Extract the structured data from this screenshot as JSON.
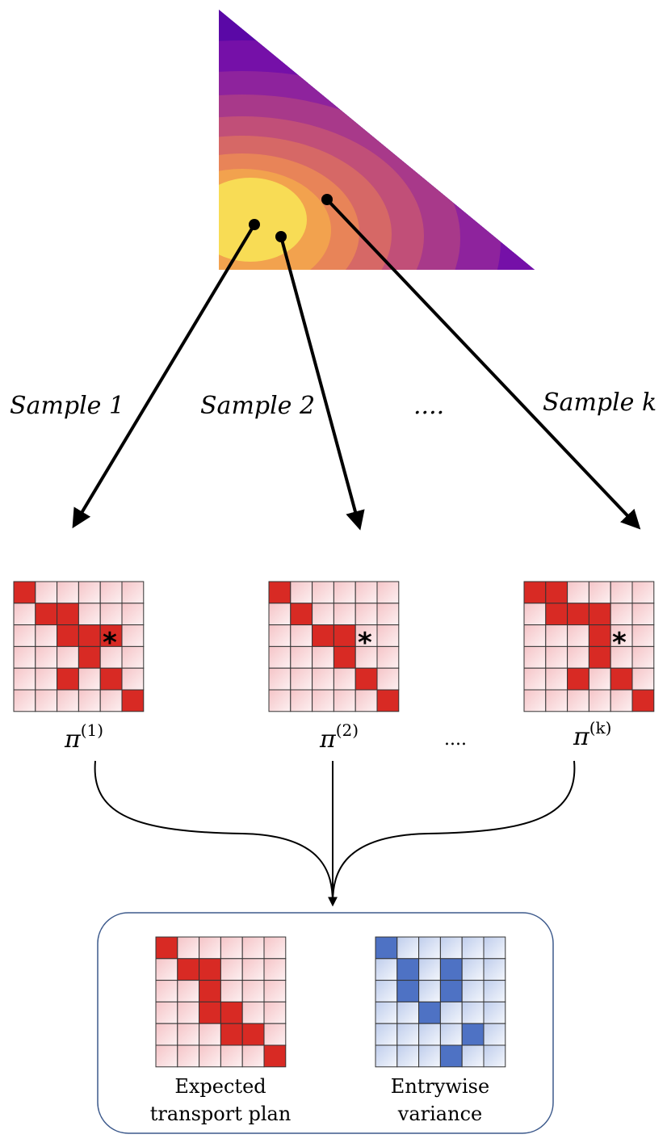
{
  "sample_labels": [
    "Sample 1",
    "Sample 2",
    "....",
    "Sample k"
  ],
  "plans": [
    {
      "symbol": "π",
      "superscript": "(1)",
      "marked": true,
      "dark_cells": [
        [
          0,
          0
        ],
        [
          1,
          1
        ],
        [
          1,
          2
        ],
        [
          2,
          2
        ],
        [
          2,
          3
        ],
        [
          2,
          4
        ],
        [
          3,
          3
        ],
        [
          4,
          2
        ],
        [
          4,
          4
        ],
        [
          5,
          5
        ]
      ]
    },
    {
      "symbol": "π",
      "superscript": "(2)",
      "marked": true,
      "dark_cells": [
        [
          0,
          0
        ],
        [
          1,
          1
        ],
        [
          2,
          2
        ],
        [
          2,
          3
        ],
        [
          3,
          3
        ],
        [
          4,
          4
        ],
        [
          5,
          5
        ]
      ]
    },
    {
      "symbol": "π",
      "superscript": "(k)",
      "marked": true,
      "dark_cells": [
        [
          0,
          0
        ],
        [
          0,
          1
        ],
        [
          1,
          1
        ],
        [
          1,
          2
        ],
        [
          1,
          3
        ],
        [
          2,
          3
        ],
        [
          3,
          3
        ],
        [
          4,
          2
        ],
        [
          4,
          4
        ],
        [
          5,
          5
        ]
      ]
    }
  ],
  "plans_ellipsis": "....",
  "marker": "*",
  "summary": {
    "expected": {
      "caption_line1": "Expected",
      "caption_line2": "transport plan",
      "dark_cells": [
        [
          0,
          0
        ],
        [
          1,
          1
        ],
        [
          1,
          2
        ],
        [
          2,
          2
        ],
        [
          3,
          2
        ],
        [
          3,
          3
        ],
        [
          4,
          3
        ],
        [
          4,
          4
        ],
        [
          5,
          5
        ]
      ]
    },
    "variance": {
      "caption_line1": "Entrywise",
      "caption_line2": "variance",
      "dark_cells": [
        [
          0,
          0
        ],
        [
          1,
          1
        ],
        [
          1,
          3
        ],
        [
          2,
          1
        ],
        [
          2,
          3
        ],
        [
          3,
          2
        ],
        [
          4,
          4
        ],
        [
          5,
          3
        ]
      ]
    }
  },
  "colors": {
    "red_dark": "#d82a24",
    "red_light_top": "#f7c9cb",
    "red_light_bottom": "#fbe6e8",
    "blue_dark": "#4e72c4",
    "blue_light_top": "#c3d1ee",
    "blue_light_bottom": "#eef2fb",
    "box_border": "#3d5a8c"
  }
}
